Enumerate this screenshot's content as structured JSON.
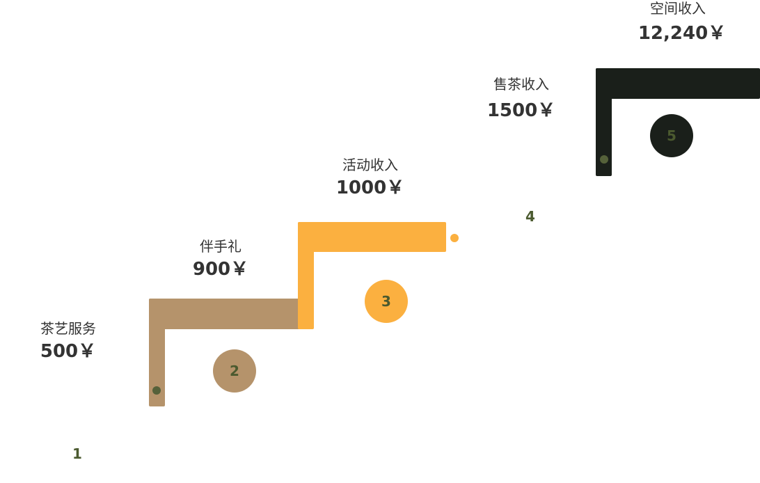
{
  "colors": {
    "step2": "#b5936b",
    "step3": "#fbb040",
    "step5": "#1a1f1a",
    "number_text": "#4b5a2f",
    "dot_green": "#55613a",
    "text": "#333333"
  },
  "steps": [
    {
      "number": "1",
      "label": "茶艺服务",
      "value": "500￥"
    },
    {
      "number": "2",
      "label": "伴手礼",
      "value": "900￥"
    },
    {
      "number": "3",
      "label": "活动收入",
      "value": "1000￥"
    },
    {
      "number": "4",
      "label": "售茶收入",
      "value": "1500￥"
    },
    {
      "number": "5",
      "label": "空间收入",
      "value": "12,240￥"
    }
  ]
}
